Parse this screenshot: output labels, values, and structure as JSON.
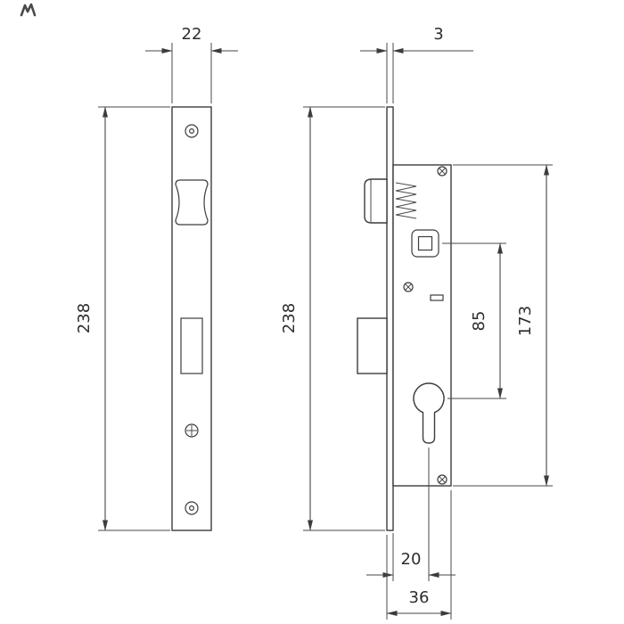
{
  "dimensions": {
    "faceplate_width": "22",
    "faceplate_thickness": "3",
    "front_view_height": "238",
    "side_view_height": "238",
    "follower_to_cylinder": "85",
    "case_height": "173",
    "cylinder_offset": "20",
    "case_depth": "36"
  }
}
